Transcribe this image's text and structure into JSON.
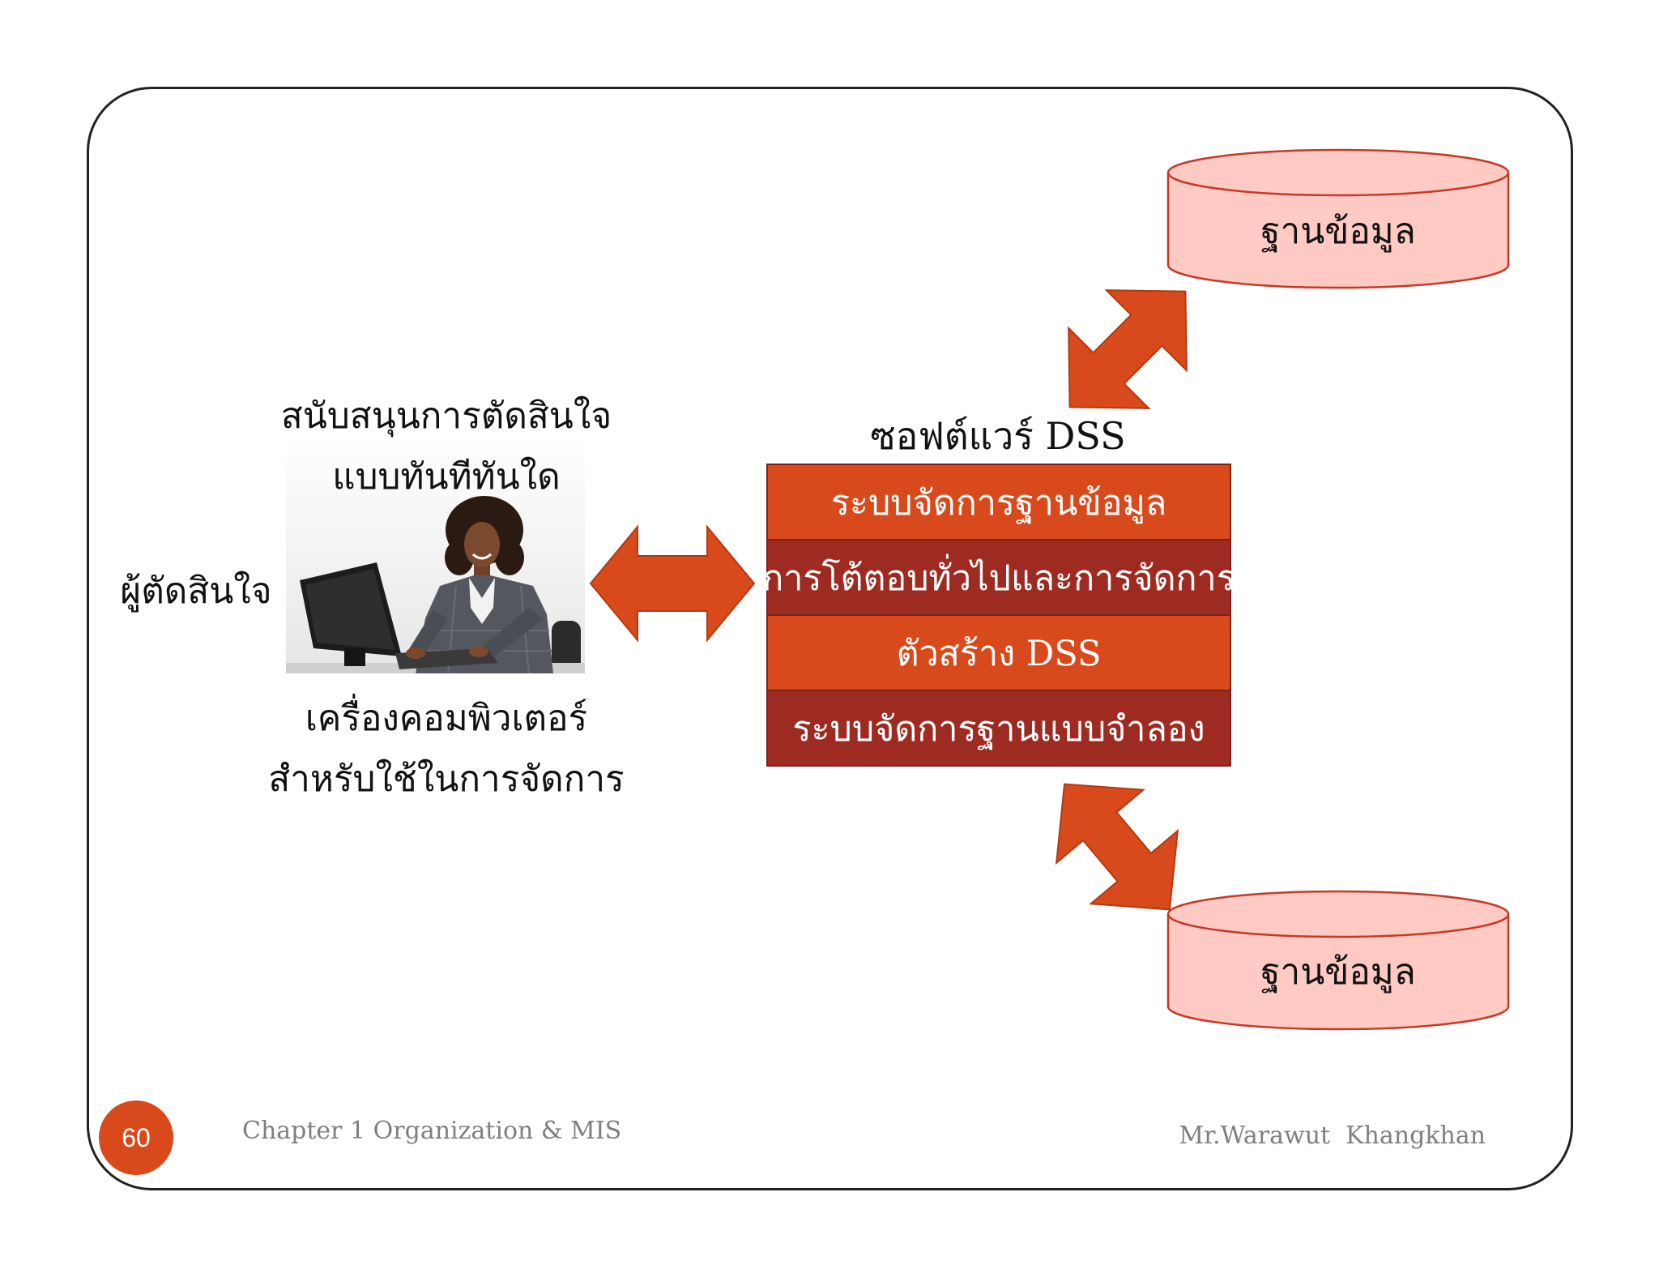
{
  "colors": {
    "accent": "#D84A1B",
    "accent_dark": "#9E2B22",
    "database_fill": "#FFC9C4",
    "database_stroke": "#C43A26",
    "frame": "#222222",
    "footer_text": "#7F7F7F"
  },
  "decision_support": {
    "caption_line1": "สนับสนุนการตัดสินใจ",
    "caption_line2": "แบบทันทีทันใด",
    "decision_maker_label": "ผู้ตัดสินใจ",
    "computer_line1": "เครื่องคอมพิวเตอร์",
    "computer_line2": "สำหรับใช้ในการจัดการ"
  },
  "dss_software": {
    "title": "ซอฟต์แวร์ DSS",
    "rows": [
      {
        "label": "ระบบจัดการฐานข้อมูล",
        "color": "#D84A1B"
      },
      {
        "label": "การโต้ตอบทั่วไปและการจัดการ",
        "color": "#9E2B22"
      },
      {
        "label": "ตัวสร้าง DSS",
        "color": "#D84A1B"
      },
      {
        "label": "ระบบจัดการฐานแบบจำลอง",
        "color": "#9E2B22"
      }
    ]
  },
  "databases": [
    {
      "label": "ฐานข้อมูล"
    },
    {
      "label": "ฐานข้อมูล"
    }
  ],
  "footer": {
    "page_number": "60",
    "chapter": "Chapter 1 Organization & MIS",
    "author": "Mr.Warawut  Khangkhan"
  }
}
